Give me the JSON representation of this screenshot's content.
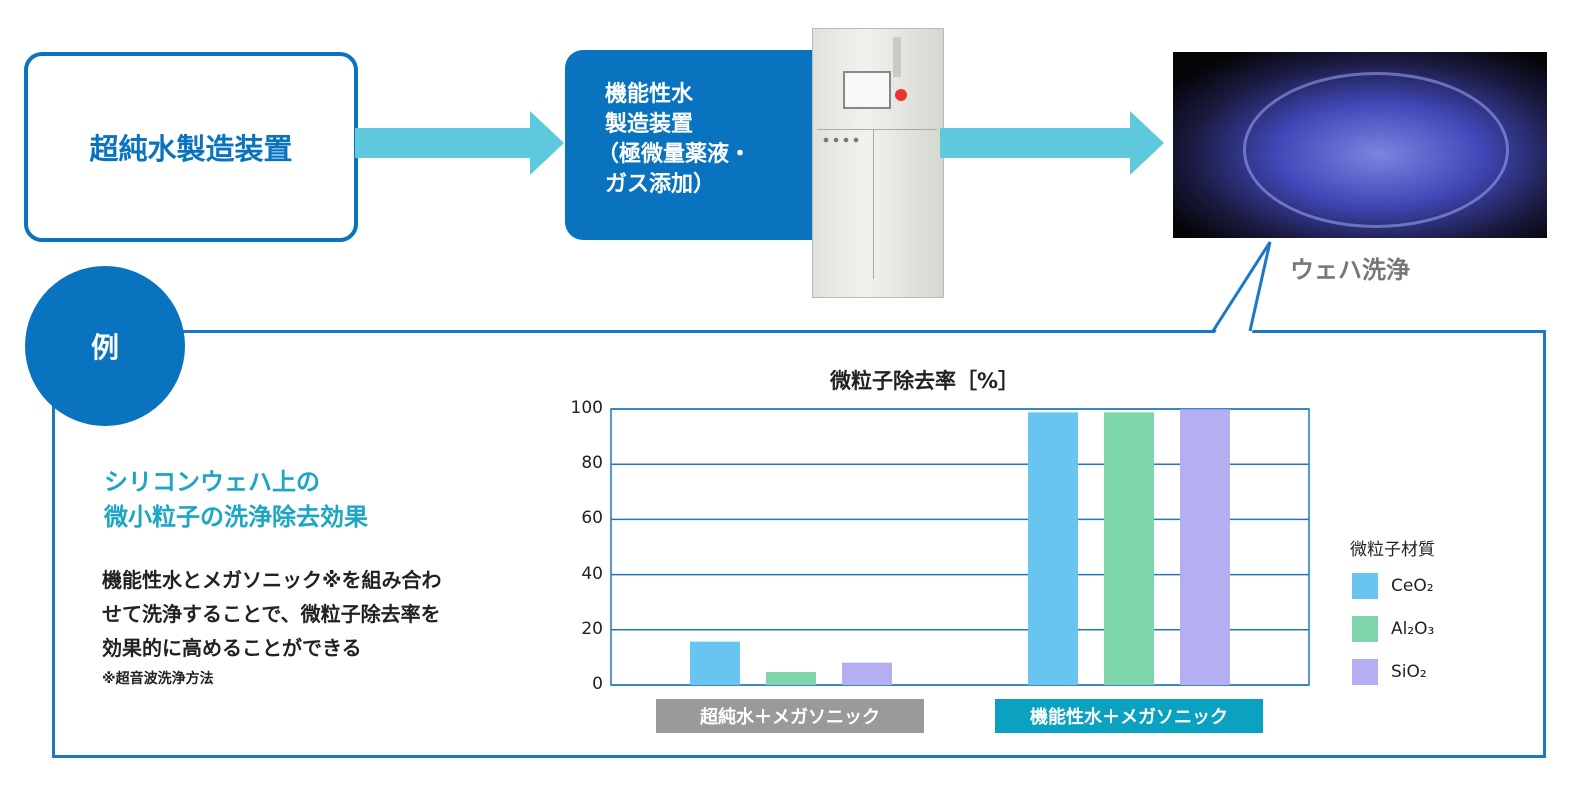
{
  "flow": {
    "box1": "超純水製造装置",
    "box2_lines": [
      "機能性水",
      "製造装置",
      "（極微量薬液・",
      "ガス添加）"
    ],
    "wafer_caption": "ウェハ洗浄"
  },
  "example": {
    "badge": "例",
    "heading_lines": [
      "シリコンウェハ上の",
      "微小粒子の洗浄除去効果"
    ],
    "body_lines": [
      "機能性水とメガソニック※を組み合わ",
      "せて洗浄することで、微粒子除去率を",
      "効果的に高めることができる"
    ],
    "note": "※超音波洗浄方法"
  },
  "colors": {
    "brand": "#0a73bf",
    "arrow": "#5ec8dc",
    "CeO2": "#67c5ef",
    "Al2O3": "#7fd5aa",
    "SiO2": "#b5aef0"
  },
  "chart_data": {
    "type": "bar",
    "title": "微粒子除去率［%］",
    "categories": [
      "超純水＋メガソニック",
      "機能性水＋メガソニック"
    ],
    "category_colors": [
      "#9a9a9a",
      "#0aa2c0"
    ],
    "ylim": [
      0,
      100
    ],
    "yticks": [
      "0",
      "20",
      "40",
      "60",
      "80",
      "100"
    ],
    "legend_title": "微粒子材質",
    "legend_position": "right",
    "series": [
      {
        "name": "CeO₂",
        "values": [
          15.7,
          98.8
        ]
      },
      {
        "name": "Al₂O₃",
        "values": [
          4.7,
          98.8
        ]
      },
      {
        "name": "SiO₂",
        "values": [
          8.1,
          99.9
        ]
      }
    ]
  }
}
